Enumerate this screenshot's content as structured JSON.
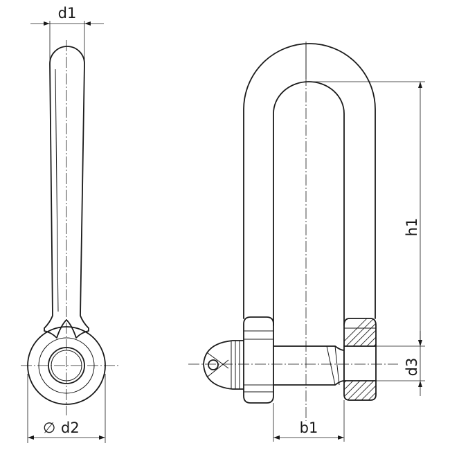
{
  "dimensions": {
    "d1": "d1",
    "d2": "d2",
    "d2_prefix": "∅",
    "h1": "h1",
    "b1": "b1",
    "d3": "d3"
  },
  "colors": {
    "line": "#1a1a1a",
    "background": "#ffffff"
  }
}
